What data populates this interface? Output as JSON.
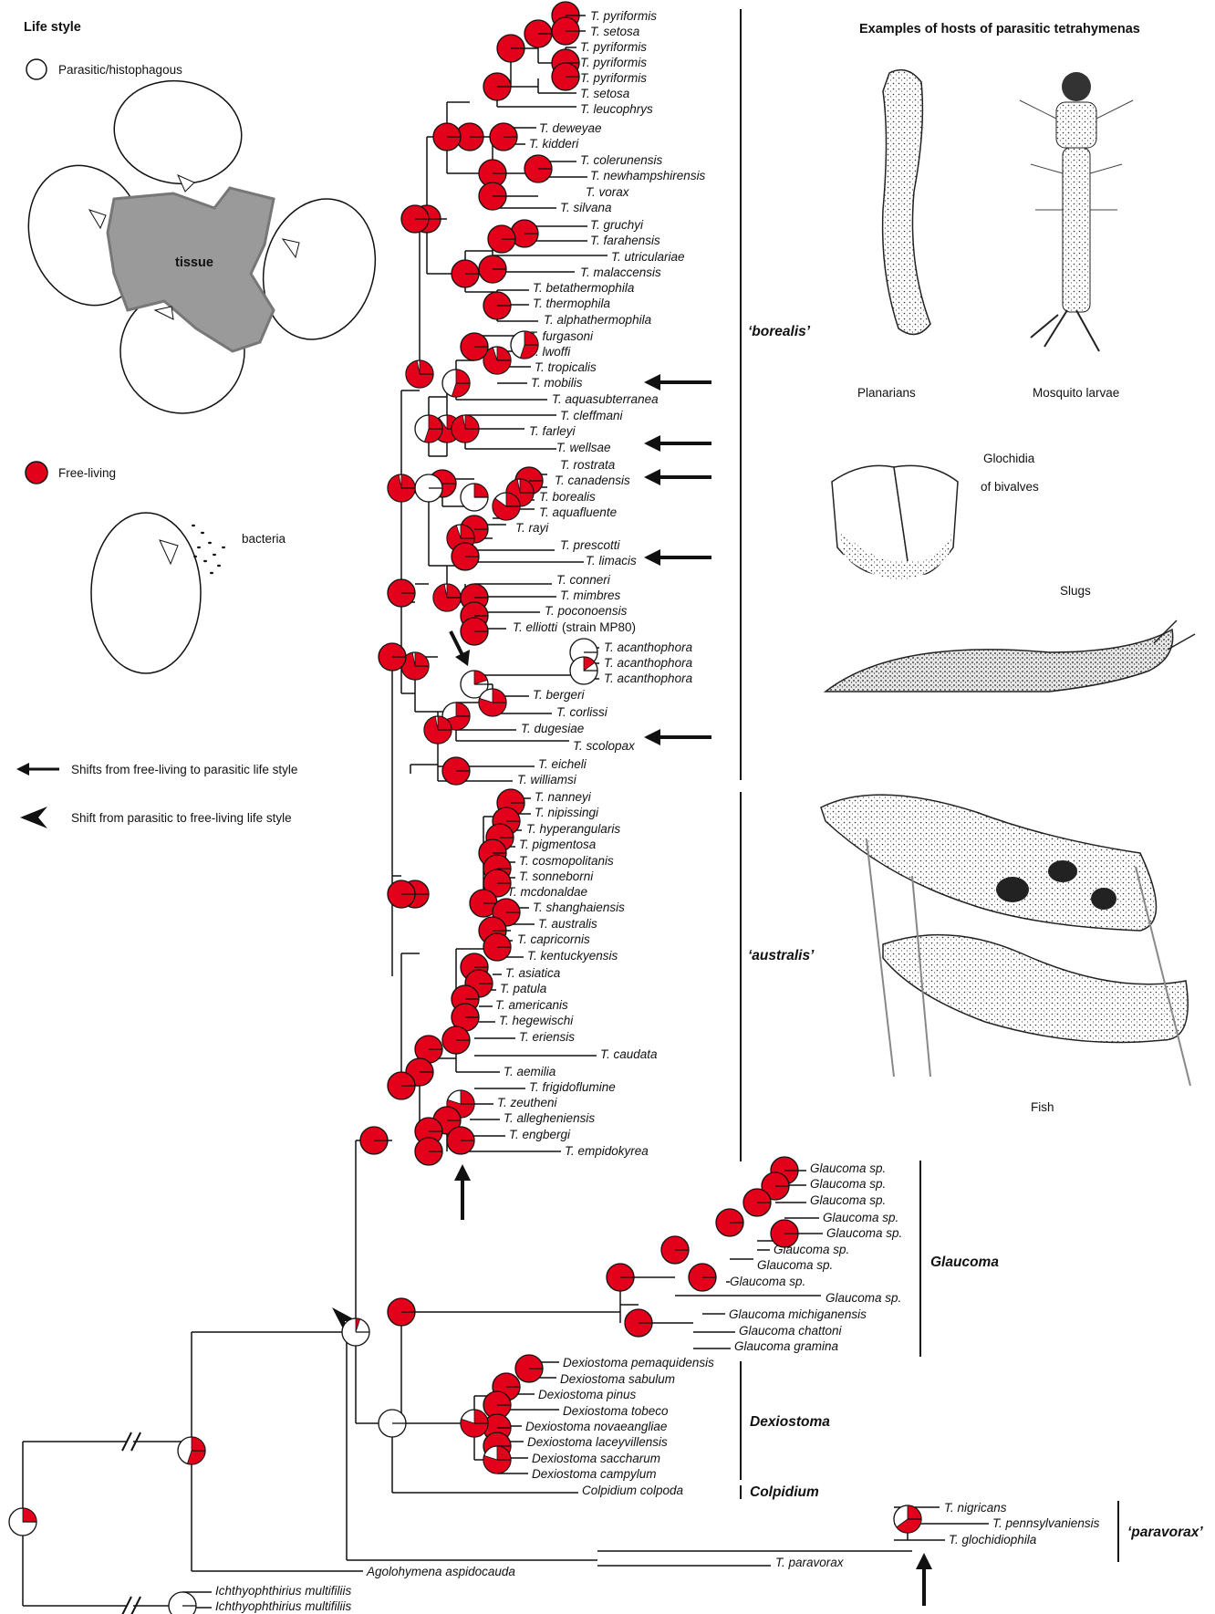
{
  "legend": {
    "title": "Life style",
    "parasitic": "Parasitic/histophagous",
    "free_living": "Free-living",
    "tissue": "tissue",
    "bacteria": "bacteria",
    "arrow_meaning": "Shifts from free-living to parasitic life style",
    "arrowhead_meaning": "Shift from parasitic to free-living life style"
  },
  "hosts": {
    "title": "Examples of hosts of parasitic tetrahymenas",
    "planarians": "Planarians",
    "mosquito": "Mosquito larvae",
    "glochidia_1": "Glochidia",
    "glochidia_2": "of bivalves",
    "slugs": "Slugs",
    "fish": "Fish"
  },
  "clades": {
    "borealis": "‘borealis’",
    "australis": "‘australis’",
    "glaucoma": "Glaucoma",
    "dexiostoma": "Dexiostoma",
    "colpidium": "Colpidium",
    "paravorax": "‘paravorax’"
  },
  "colors": {
    "free_living": "#e3001b",
    "parasitic": "#ffffff",
    "host_fill": "#9a9a9a"
  },
  "taxa": [
    {
      "id": "t1",
      "label": "T. pyriformis"
    },
    {
      "id": "t2",
      "label": "T. setosa"
    },
    {
      "id": "t3",
      "label": "T. pyriformis"
    },
    {
      "id": "t4",
      "label": "T. pyriformis"
    },
    {
      "id": "t5",
      "label": "T. pyriformis"
    },
    {
      "id": "t6",
      "label": "T. setosa"
    },
    {
      "id": "t7",
      "label": "T. leucophrys"
    },
    {
      "id": "t8",
      "label": "T. deweyae"
    },
    {
      "id": "t9",
      "label": "T. kidderi"
    },
    {
      "id": "t10",
      "label": "T. colerunensis"
    },
    {
      "id": "t11",
      "label": "T. newhampshirensis"
    },
    {
      "id": "t12",
      "label": "T. vorax"
    },
    {
      "id": "t13",
      "label": "T. silvana"
    },
    {
      "id": "t14",
      "label": "T. gruchyi"
    },
    {
      "id": "t15",
      "label": "T. farahensis"
    },
    {
      "id": "t16",
      "label": "T. utriculariae"
    },
    {
      "id": "t17",
      "label": "T. malaccensis"
    },
    {
      "id": "t18",
      "label": "T. betathermophila"
    },
    {
      "id": "t19",
      "label": "T. thermophila"
    },
    {
      "id": "t20",
      "label": "T. alphathermophila"
    },
    {
      "id": "t21",
      "label": "T. furgasoni"
    },
    {
      "id": "t22",
      "label": "T. lwoffi"
    },
    {
      "id": "t23",
      "label": "T. tropicalis"
    },
    {
      "id": "t24",
      "label": "T. mobilis"
    },
    {
      "id": "t25",
      "label": "T. aquasubterranea"
    },
    {
      "id": "t26",
      "label": "T. cleffmani"
    },
    {
      "id": "t27",
      "label": "T. farleyi"
    },
    {
      "id": "t28",
      "label": "T. wellsae"
    },
    {
      "id": "t29",
      "label": "T. rostrata"
    },
    {
      "id": "t30",
      "label": "T. canadensis"
    },
    {
      "id": "t31",
      "label": "T. borealis"
    },
    {
      "id": "t32",
      "label": "T. aquafluente"
    },
    {
      "id": "t33",
      "label": "T. rayi"
    },
    {
      "id": "t34",
      "label": "T. prescotti"
    },
    {
      "id": "t35",
      "label": "T. limacis"
    },
    {
      "id": "t36",
      "label": "T. conneri"
    },
    {
      "id": "t37",
      "label": "T. mimbres"
    },
    {
      "id": "t38",
      "label": "T. poconoensis"
    },
    {
      "id": "t39",
      "label": "T. elliotti",
      "suffix": "(strain MP80)"
    },
    {
      "id": "t40",
      "label": "T. acanthophora"
    },
    {
      "id": "t41",
      "label": "T. acanthophora"
    },
    {
      "id": "t42",
      "label": "T. acanthophora"
    },
    {
      "id": "t43",
      "label": "T. bergeri"
    },
    {
      "id": "t44",
      "label": "T. corlissi"
    },
    {
      "id": "t45",
      "label": "T. dugesiae"
    },
    {
      "id": "t46",
      "label": "T. scolopax"
    },
    {
      "id": "t47",
      "label": "T. eicheli"
    },
    {
      "id": "t48",
      "label": "T. williamsi"
    },
    {
      "id": "t49",
      "label": "T. nanneyi"
    },
    {
      "id": "t50",
      "label": "T. nipissingi"
    },
    {
      "id": "t51",
      "label": "T. hyperangularis"
    },
    {
      "id": "t52",
      "label": "T. pigmentosa"
    },
    {
      "id": "t53",
      "label": "T. cosmopolitanis"
    },
    {
      "id": "t54",
      "label": "T. sonneborni"
    },
    {
      "id": "t55",
      "label": "T. mcdonaldae"
    },
    {
      "id": "t56",
      "label": "T. shanghaiensis"
    },
    {
      "id": "t57",
      "label": "T. australis"
    },
    {
      "id": "t58",
      "label": "T. capricornis"
    },
    {
      "id": "t59",
      "label": "T. kentuckyensis"
    },
    {
      "id": "t60",
      "label": "T. asiatica"
    },
    {
      "id": "t61",
      "label": "T. patula"
    },
    {
      "id": "t62",
      "label": "T. americanis"
    },
    {
      "id": "t63",
      "label": "T. hegewischi"
    },
    {
      "id": "t64",
      "label": "T. eriensis"
    },
    {
      "id": "t65",
      "label": "T. caudata"
    },
    {
      "id": "t66",
      "label": "T. aemilia"
    },
    {
      "id": "t67",
      "label": "T. frigidoflumine"
    },
    {
      "id": "t68",
      "label": "T. zeutheni"
    },
    {
      "id": "t69",
      "label": "T. allegheniensis"
    },
    {
      "id": "t70",
      "label": "T. engbergi"
    },
    {
      "id": "t71",
      "label": "T. empidokyrea"
    },
    {
      "id": "g1",
      "label": "Glaucoma sp."
    },
    {
      "id": "g2",
      "label": "Glaucoma sp."
    },
    {
      "id": "g3",
      "label": "Glaucoma sp."
    },
    {
      "id": "g4",
      "label": "Glaucoma sp."
    },
    {
      "id": "g5",
      "label": "Glaucoma sp."
    },
    {
      "id": "g6",
      "label": "Glaucoma sp."
    },
    {
      "id": "g7",
      "label": "Glaucoma sp."
    },
    {
      "id": "g8",
      "label": "Glaucoma sp."
    },
    {
      "id": "g9",
      "label": "Glaucoma sp."
    },
    {
      "id": "g10",
      "label": "Glaucoma michiganensis"
    },
    {
      "id": "g11",
      "label": "Glaucoma chattoni"
    },
    {
      "id": "g12",
      "label": "Glaucoma gramina"
    },
    {
      "id": "d1",
      "label": "Dexiostoma pemaquidensis"
    },
    {
      "id": "d2",
      "label": "Dexiostoma sabulum"
    },
    {
      "id": "d3",
      "label": "Dexiostoma pinus"
    },
    {
      "id": "d4",
      "label": "Dexiostoma tobeco"
    },
    {
      "id": "d5",
      "label": "Dexiostoma novaeangliae"
    },
    {
      "id": "d6",
      "label": "Dexiostoma laceyvillensis"
    },
    {
      "id": "d7",
      "label": "Dexiostoma saccharum"
    },
    {
      "id": "d8",
      "label": "Dexiostoma campylum"
    },
    {
      "id": "c1",
      "label": "Colpidium colpoda"
    },
    {
      "id": "p1",
      "label": "T. nigricans"
    },
    {
      "id": "p2",
      "label": "T. pennsylvaniensis"
    },
    {
      "id": "p3",
      "label": "T. glochidiophila"
    },
    {
      "id": "p4",
      "label": "T. paravorax"
    },
    {
      "id": "o1",
      "label": "Agolohymena aspidocauda"
    },
    {
      "id": "o2",
      "label": "Ichthyophthirius multifiliis"
    },
    {
      "id": "o3",
      "label": "Ichthyophthirius multifiliis"
    }
  ],
  "nodes": [
    {
      "n": "n1",
      "f": 1
    },
    {
      "n": "n2",
      "f": 1
    },
    {
      "n": "n3",
      "f": 1
    },
    {
      "n": "n4",
      "f": 1
    },
    {
      "n": "n5",
      "f": 1
    },
    {
      "n": "n6",
      "f": 1
    },
    {
      "n": "n7",
      "f": 1
    },
    {
      "n": "n8",
      "f": 1
    },
    {
      "n": "n9",
      "f": 1
    },
    {
      "n": "n10",
      "f": 1
    },
    {
      "n": "n11",
      "f": 1
    },
    {
      "n": "n12",
      "f": 1
    },
    {
      "n": "n13",
      "f": 1
    },
    {
      "n": "n14",
      "f": 1
    },
    {
      "n": "n15",
      "f": 1
    },
    {
      "n": "n16",
      "f": 1
    },
    {
      "n": "n17",
      "f": 1
    },
    {
      "n": "n18",
      "f": 1
    },
    {
      "n": "n19",
      "f": 1
    },
    {
      "n": "n20",
      "f": 1
    },
    {
      "n": "n21",
      "f": 0.55
    },
    {
      "n": "n22",
      "f": 0.95
    },
    {
      "n": "n23",
      "f": 1
    },
    {
      "n": "n24",
      "f": 0.55
    },
    {
      "n": "n25",
      "f": 0.9
    },
    {
      "n": "n26",
      "f": 0.97
    },
    {
      "n": "n27",
      "f": 0.55
    },
    {
      "n": "n28",
      "f": 1
    },
    {
      "n": "n29",
      "f": 0.97
    },
    {
      "n": "n30",
      "f": 0.85
    },
    {
      "n": "n31",
      "f": 0.25
    },
    {
      "n": "n32",
      "f": 1
    },
    {
      "n": "n33",
      "f": 0.95
    },
    {
      "n": "n34",
      "f": 1
    },
    {
      "n": "n35",
      "f": 1
    },
    {
      "n": "n36",
      "f": 1
    },
    {
      "n": "n37",
      "f": 1
    },
    {
      "n": "n38",
      "f": 1
    },
    {
      "n": "n39",
      "f": 0.97
    },
    {
      "n": "n40",
      "f": 0
    },
    {
      "n": "n41",
      "f": 0
    },
    {
      "n": "n42",
      "f": 0.15
    },
    {
      "n": "n43",
      "f": 0.2
    },
    {
      "n": "n44",
      "f": 0.8
    },
    {
      "n": "n45",
      "f": 0.7
    },
    {
      "n": "n46",
      "f": 0.97
    },
    {
      "n": "n47",
      "f": 0.97
    },
    {
      "n": "n48",
      "f": 1
    },
    {
      "n": "n49",
      "f": 0.97
    },
    {
      "n": "n50",
      "f": 0.97
    },
    {
      "n": "n51",
      "f": 1
    },
    {
      "n": "n52",
      "f": 1
    },
    {
      "n": "n53",
      "f": 1
    },
    {
      "n": "n54",
      "f": 1
    },
    {
      "n": "n55",
      "f": 1
    },
    {
      "n": "n56",
      "f": 1
    },
    {
      "n": "n57",
      "f": 1
    },
    {
      "n": "n58",
      "f": 1
    },
    {
      "n": "n59",
      "f": 1
    },
    {
      "n": "n60",
      "f": 1
    },
    {
      "n": "n61",
      "f": 1
    },
    {
      "n": "n62",
      "f": 1
    },
    {
      "n": "n63",
      "f": 1
    },
    {
      "n": "n64",
      "f": 1
    },
    {
      "n": "n65",
      "f": 1
    },
    {
      "n": "n66",
      "f": 1
    },
    {
      "n": "n67",
      "f": 1
    },
    {
      "n": "n68",
      "f": 1
    },
    {
      "n": "n69",
      "f": 1
    },
    {
      "n": "n70",
      "f": 1
    },
    {
      "n": "n71",
      "f": 0.8
    },
    {
      "n": "n72",
      "f": 1
    },
    {
      "n": "n73",
      "f": 1
    },
    {
      "n": "n74",
      "f": 1
    },
    {
      "n": "n75",
      "f": 1
    },
    {
      "n": "n76",
      "f": 1
    },
    {
      "n": "n77",
      "f": 1
    },
    {
      "n": "n78",
      "f": 1
    },
    {
      "n": "n79",
      "f": 1
    },
    {
      "n": "n80",
      "f": 1
    },
    {
      "n": "n81",
      "f": 1
    },
    {
      "n": "n82",
      "f": 1
    },
    {
      "n": "n83",
      "f": 1
    },
    {
      "n": "n84",
      "f": 1
    },
    {
      "n": "n85",
      "f": 1
    },
    {
      "n": "n86",
      "f": 1
    },
    {
      "n": "n87",
      "f": 1
    },
    {
      "n": "n88",
      "f": 1
    },
    {
      "n": "n89",
      "f": 1
    },
    {
      "n": "n90",
      "f": 1
    },
    {
      "n": "n91",
      "f": 1
    },
    {
      "n": "n92",
      "f": 1
    },
    {
      "n": "n93",
      "f": 1
    },
    {
      "n": "n94",
      "f": 0.8
    },
    {
      "n": "n95",
      "f": 0.8
    },
    {
      "n": "n96",
      "f": 0
    },
    {
      "n": "n97",
      "f": 0.05
    },
    {
      "n": "n98",
      "f": 0.65
    },
    {
      "n": "n99",
      "f": 0.55
    },
    {
      "n": "n100",
      "f": 0.25
    },
    {
      "n": "n101",
      "f": 0
    }
  ]
}
